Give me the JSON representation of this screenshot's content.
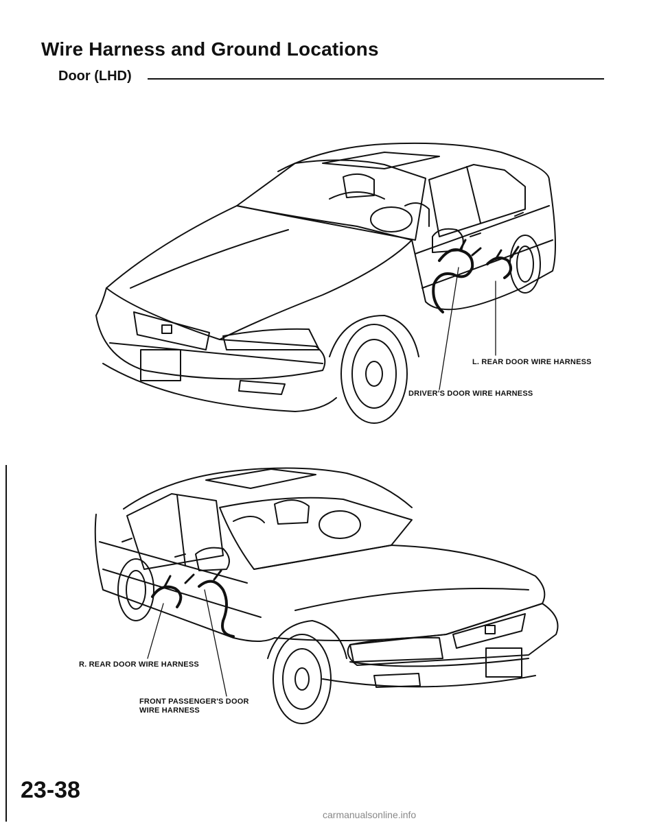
{
  "page": {
    "title": "Wire Harness and Ground Locations",
    "subtitle": "Door (LHD)",
    "page_number": "23-38",
    "watermark": "carmanualsonline.info"
  },
  "labels": {
    "l_rear": "L. REAR DOOR WIRE HARNESS",
    "driver": "DRIVER'S DOOR WIRE HARNESS",
    "r_rear": "R. REAR DOOR WIRE HARNESS",
    "front_passenger_line1": "FRONT PASSENGER'S DOOR",
    "front_passenger_line2": "WIRE HARNESS"
  },
  "colors": {
    "ink": "#111111",
    "paper": "#ffffff"
  }
}
